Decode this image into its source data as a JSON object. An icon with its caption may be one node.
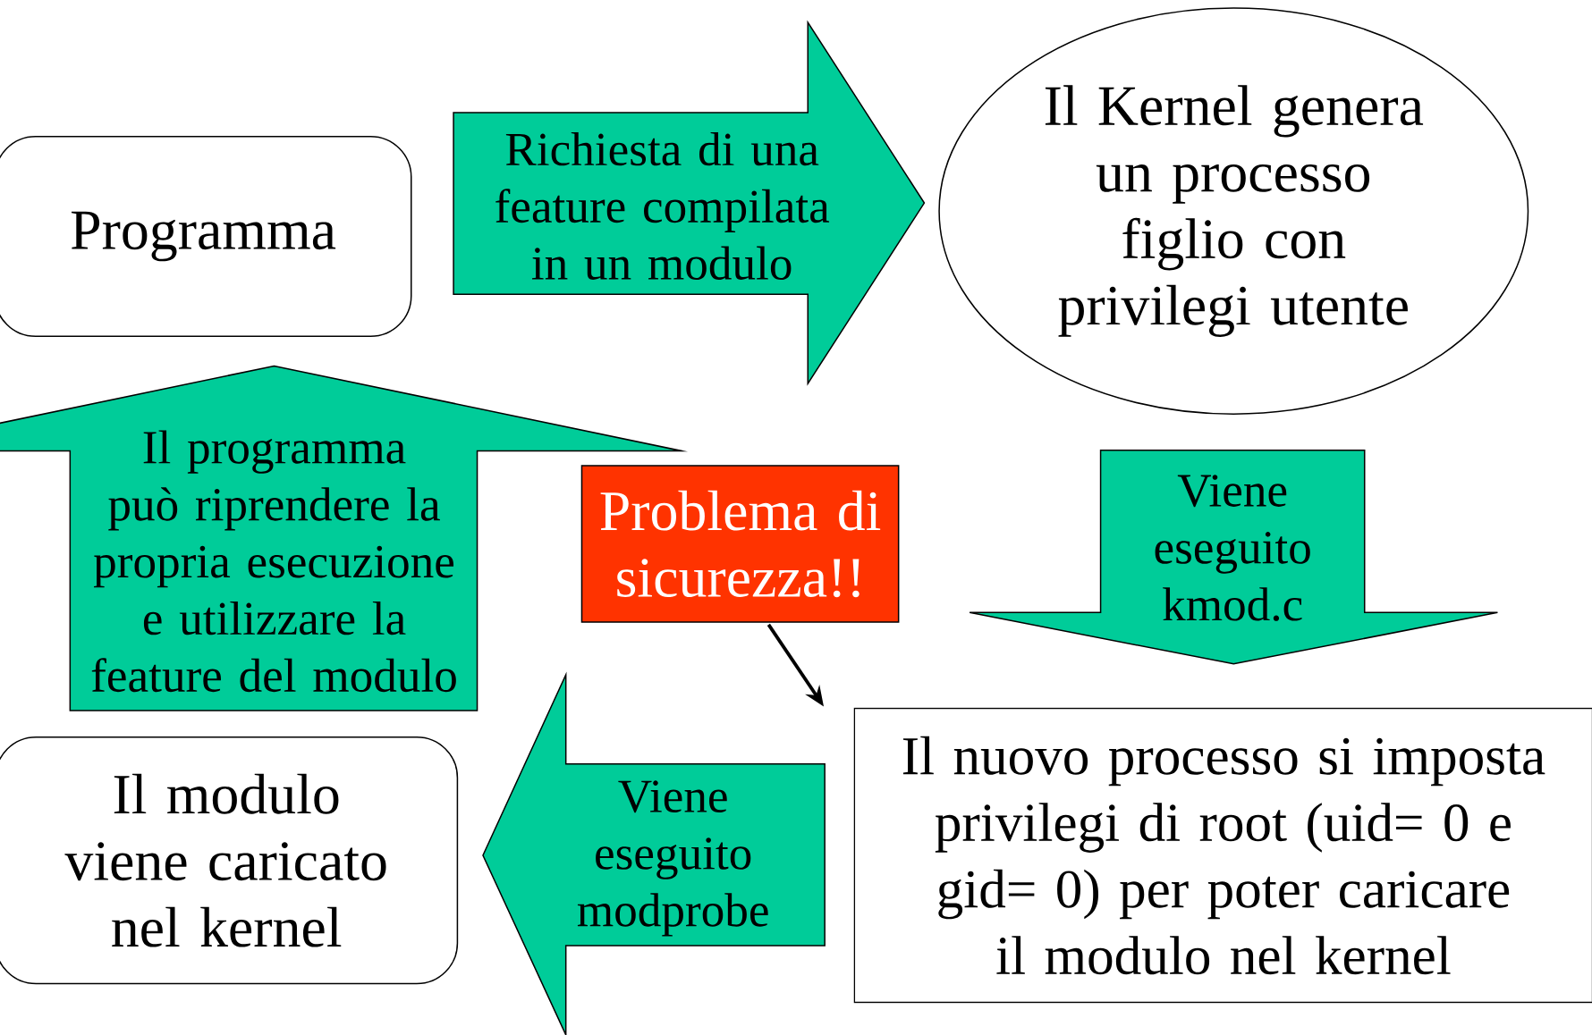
{
  "diagram": {
    "nodes": [
      {
        "text": [
          "Programma"
        ]
      },
      {
        "text": [
          "Il Kernel genera un processo figlio con privilegi utente"
        ]
      },
      {
        "text": [
          "Problema di sicurezza!!"
        ]
      },
      {
        "text": [
          "Il nuovo processo si imposta privilegi di root (uid= 0 e gid= 0) per poter caricare il modulo nel kernel"
        ]
      },
      {
        "text": [
          "Il modulo viene caricato nel kernel"
        ]
      }
    ],
    "edges": [
      {
        "from": 0,
        "to": 1,
        "arrow": "to",
        "label": "Richiesta di una feature compilata in un modulo"
      },
      {
        "from": 1,
        "to": 3,
        "arrow": "to",
        "label": "Viene eseguito kmod.c"
      },
      {
        "from": 3,
        "to": 4,
        "arrow": "to",
        "label": "Viene eseguito modprobe"
      },
      {
        "from": 4,
        "to": 0,
        "arrow": "to",
        "label": "Il programma può riprendere la propria esecuzione e utilizzare la feature del modulo"
      },
      {
        "from": 2,
        "to": 3,
        "arrow": "to",
        "color": "#000000"
      }
    ]
  }
}
